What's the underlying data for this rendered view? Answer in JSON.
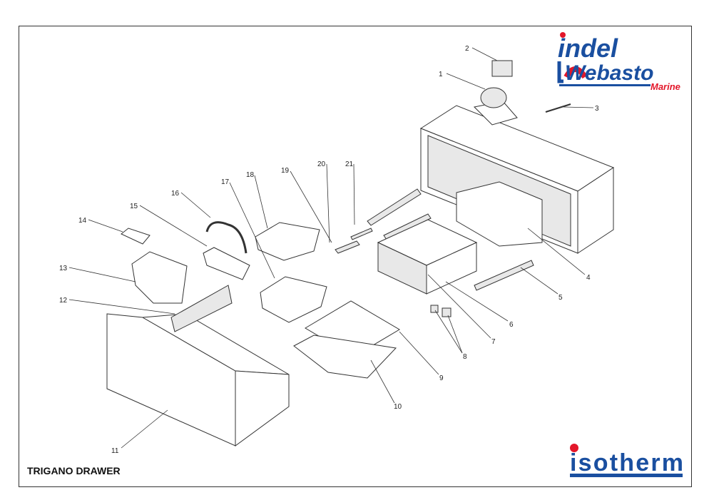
{
  "title": "TRIGANO DRAWER",
  "logos": {
    "top": {
      "line1": "indel",
      "line2": "Webasto",
      "line3": "Marine"
    },
    "bottom": {
      "text": "isotherm"
    }
  },
  "colors": {
    "brand_blue": "#1a4fa0",
    "brand_red": "#e3172a"
  },
  "callouts": [
    "1",
    "2",
    "3",
    "4",
    "5",
    "6",
    "7",
    "8",
    "9",
    "10",
    "11",
    "12",
    "13",
    "14",
    "15",
    "16",
    "17",
    "18",
    "19",
    "20",
    "21"
  ]
}
